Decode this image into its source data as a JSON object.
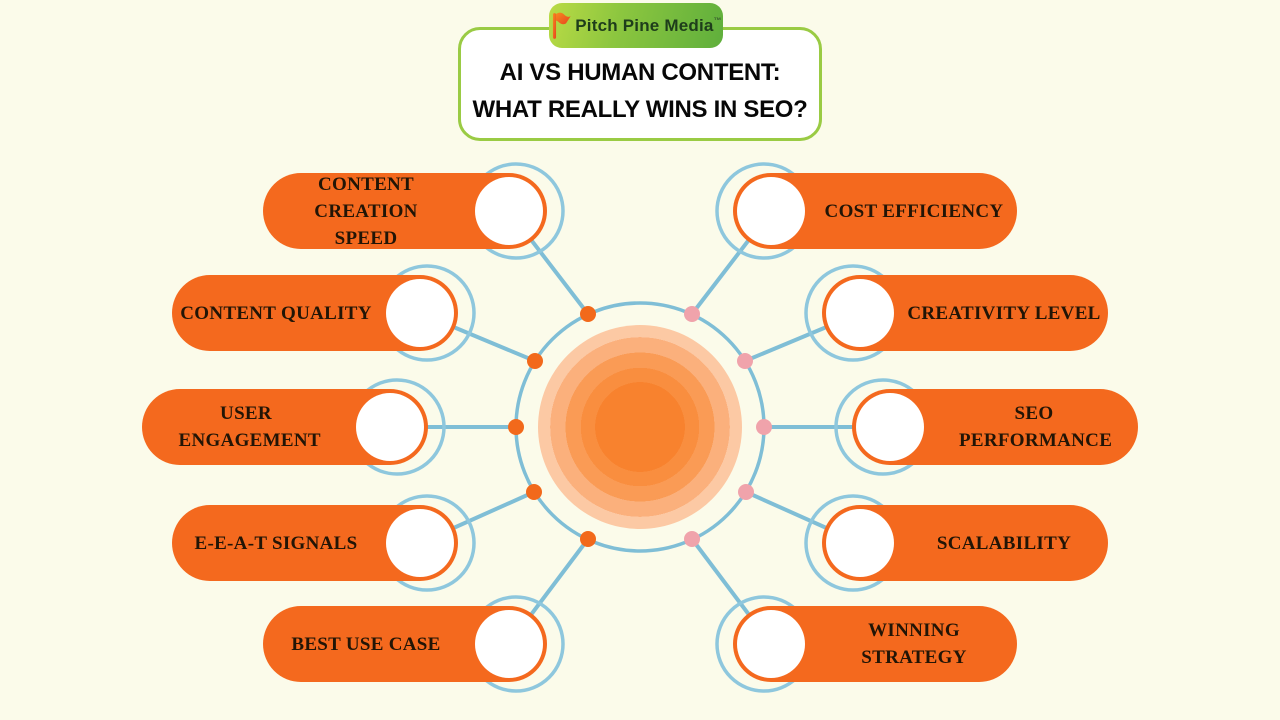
{
  "header": {
    "logo": {
      "brand": "Pitch Pine Media",
      "trademark": "™"
    },
    "title": "AI VS HUMAN CONTENT: WHAT REALLY WINS IN SEO?"
  },
  "branches": {
    "left": [
      {
        "label": "CONTENT CREATION SPEED"
      },
      {
        "label": "CONTENT QUALITY"
      },
      {
        "label": "USER ENGAGEMENT"
      },
      {
        "label": "E-E-A-T SIGNALS"
      },
      {
        "label": "BEST USE CASE"
      }
    ],
    "right": [
      {
        "label": "COST EFFICIENCY"
      },
      {
        "label": "CREATIVITY LEVEL"
      },
      {
        "label": "SEO PERFORMANCE"
      },
      {
        "label": "SCALABILITY"
      },
      {
        "label": "WINNING STRATEGY"
      }
    ]
  },
  "colors": {
    "background": "#FBFBEA",
    "pill_orange": "#F4691E",
    "pill_text": "#221506",
    "connector_blue": "#7FBED6",
    "left_dot_orange": "#F2691B",
    "right_dot_pink": "#F0A3AB",
    "center_orange_bands": [
      "#FCC9A4",
      "#FBB07C",
      "#FA9B55",
      "#F98E3F",
      "#F8822E"
    ],
    "logo_green": "#8CC63F",
    "title_border_green": "#9ACB44"
  }
}
